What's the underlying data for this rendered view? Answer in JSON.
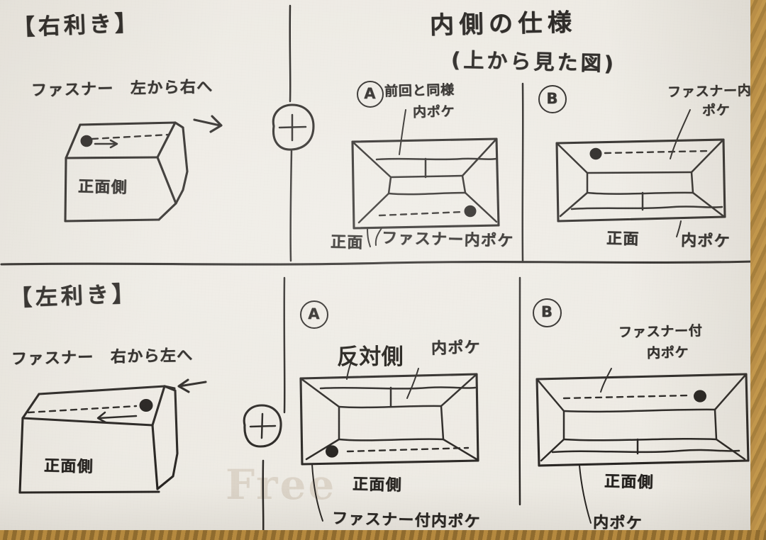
{
  "sheet": {
    "background_color": "#edeae3",
    "ink_color": "#262320",
    "desk_color": "#b08a4a"
  },
  "headings": {
    "main_title": "内側の仕様",
    "main_subtitle": "(上から見た図)",
    "right_handed": "【右利き】",
    "left_handed": "【左利き】"
  },
  "watermark": {
    "text": "Free"
  },
  "quadrants": {
    "top_left": {
      "section_label": "【右利き】",
      "zipper_direction": "ファスナー　左から右へ",
      "bag_face_label": "正面側",
      "arrow": "→",
      "pull_side": "left"
    },
    "top_middle": {
      "badge": "A",
      "note_line1": "前回と同様",
      "note_line2": "内ポケ",
      "front_label": "正面",
      "pocket_label": "ファスナー内ポケ",
      "pull_side": "right",
      "zipper_edge": "bottom"
    },
    "top_right": {
      "badge": "B",
      "note_line1": "ファスナー内",
      "note_line2": "ポケ",
      "front_label": "正面",
      "pocket_label": "内ポケ",
      "pull_side": "left",
      "zipper_edge": "top"
    },
    "bottom_left": {
      "section_label": "【左利き】",
      "zipper_direction": "ファスナー　右から左へ",
      "bag_face_label": "正面側",
      "arrow": "←",
      "pull_side": "right"
    },
    "bottom_middle": {
      "badge": "A",
      "overlay_note": "反対側",
      "pocket_note": "内ポケ",
      "front_label": "正面側",
      "zip_pocket_label": "ファスナー付内ポケ",
      "pull_side": "left",
      "zipper_edge": "bottom"
    },
    "bottom_right": {
      "badge": "B",
      "note_line1": "ファスナー付",
      "note_line2": "内ポケ",
      "front_label": "正面側",
      "pocket_label": "内ポケ",
      "pull_side": "right",
      "zipper_edge": "top"
    }
  },
  "markers": {
    "plus_top": "+",
    "plus_bottom": "+"
  }
}
